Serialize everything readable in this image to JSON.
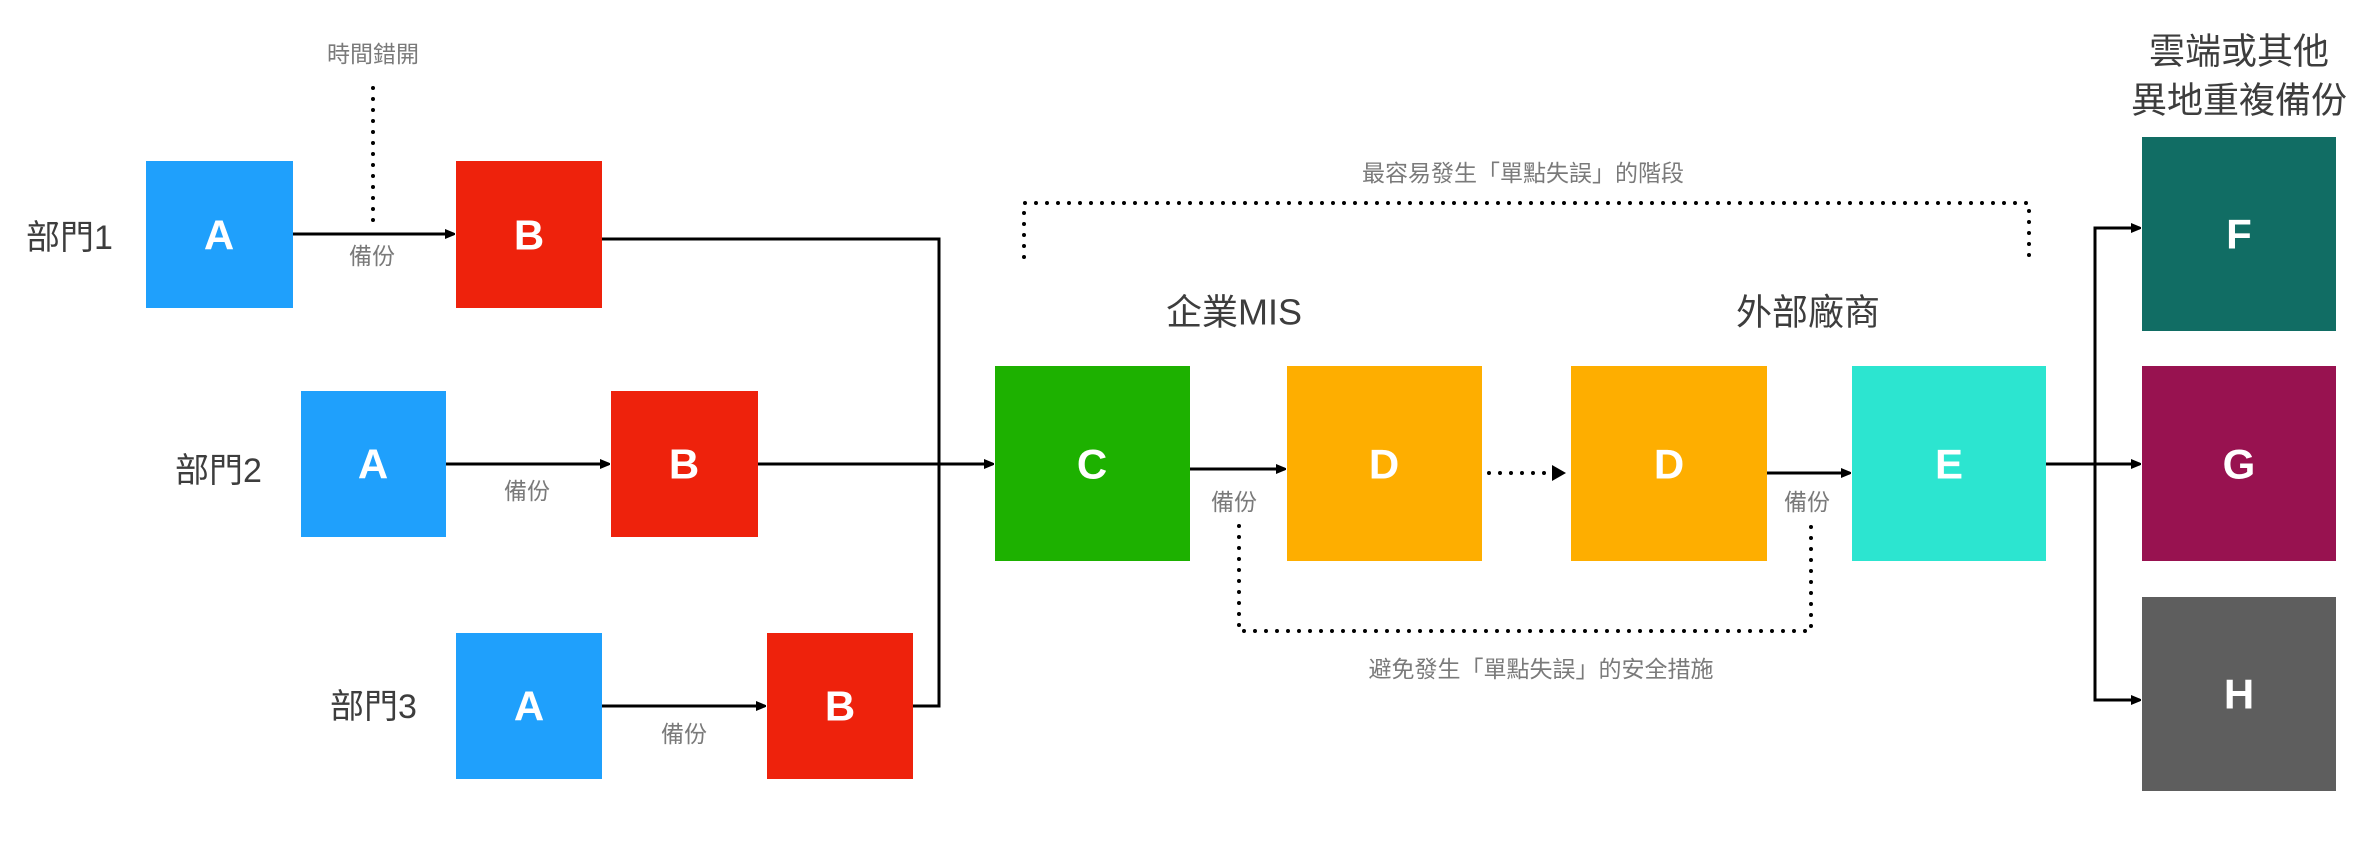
{
  "departments": [
    {
      "label": "部門1",
      "source": "A",
      "target": "B",
      "backup_label": "備份"
    },
    {
      "label": "部門2",
      "source": "A",
      "target": "B",
      "backup_label": "備份"
    },
    {
      "label": "部門3",
      "source": "A",
      "target": "B",
      "backup_label": "備份"
    }
  ],
  "time_stagger_label": "時間錯開",
  "enterprise": {
    "heading": "企業MIS",
    "box1": "C",
    "box2": "D",
    "backup_label": "備份"
  },
  "vendor": {
    "heading": "外部廠商",
    "box1": "D",
    "box2": "E",
    "backup_label": "備份"
  },
  "spof_stage_label": "最容易發生「單點失誤」的階段",
  "spof_measure_label": "避免發生「單點失誤」的安全措施",
  "offsite": {
    "heading_line1": "雲端或其他",
    "heading_line2": "異地重複備份",
    "boxes": [
      "F",
      "G",
      "H"
    ]
  },
  "colors": {
    "A": "#1fa0fc",
    "B": "#ee220c",
    "C": "#1db100",
    "D": "#feae00",
    "E": "#2ce5d0",
    "F": "#116d64",
    "G": "#981250",
    "H": "#5e5e5e"
  }
}
